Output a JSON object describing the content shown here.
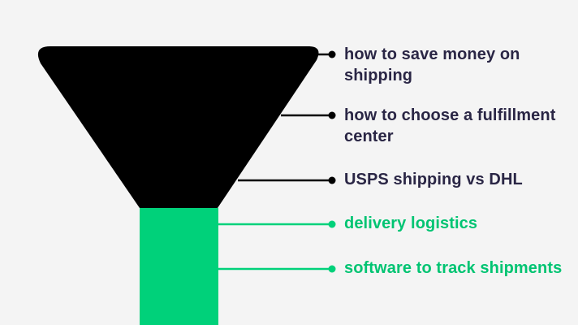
{
  "colors": {
    "background": "#f4f4f4",
    "funnel_top": "#000000",
    "funnel_stem": "#00d17a",
    "broad_label": "#2a2645",
    "narrow_label": "#00c472",
    "connector_dark": "#000000",
    "connector_green": "#00d17a"
  },
  "funnel": {
    "items": [
      {
        "label": "how to save money on shipping",
        "tier": "broad"
      },
      {
        "label": "how to choose a fulfillment center",
        "tier": "broad"
      },
      {
        "label": "USPS shipping vs DHL",
        "tier": "broad"
      },
      {
        "label": "delivery logistics",
        "tier": "narrow"
      },
      {
        "label": "software to track shipments",
        "tier": "narrow"
      }
    ]
  }
}
